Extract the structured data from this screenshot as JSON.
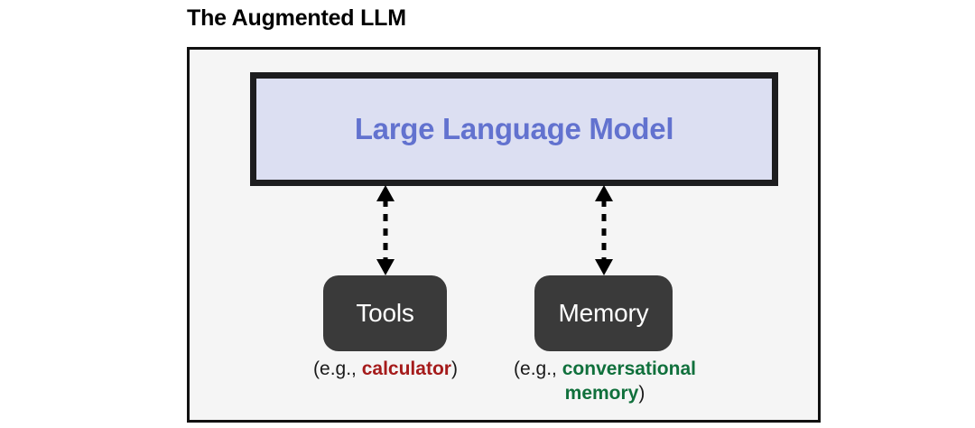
{
  "diagram": {
    "title": "The Augmented LLM",
    "type": "block-diagram",
    "frame": {
      "background_color": "#f5f5f5",
      "border_color": "#111111"
    },
    "llm": {
      "label": "Large Language Model",
      "fill_color": "#dcdff2",
      "text_color": "#6272cf",
      "border_color": "#1d1d1f"
    },
    "connectors": [
      {
        "name": "llm-tools-connector",
        "style": "dashed",
        "heads": "both",
        "from": "Large Language Model",
        "to": "Tools",
        "color": "#000000"
      },
      {
        "name": "llm-memory-connector",
        "style": "dashed",
        "heads": "both",
        "from": "Large Language Model",
        "to": "Memory",
        "color": "#000000"
      }
    ],
    "capabilities": [
      {
        "label": "Tools",
        "fill_color": "#3a3a3a",
        "text_color": "#ffffff",
        "caption_prefix": "(e.g., ",
        "caption_highlight": "calculator",
        "caption_suffix": ")",
        "caption_highlight_color": "#a51b1b"
      },
      {
        "label": "Memory",
        "fill_color": "#3a3a3a",
        "text_color": "#ffffff",
        "caption_prefix": "(e.g., ",
        "caption_highlight": "conversational memory",
        "caption_suffix": ")",
        "caption_highlight_color": "#10703c"
      }
    ]
  }
}
